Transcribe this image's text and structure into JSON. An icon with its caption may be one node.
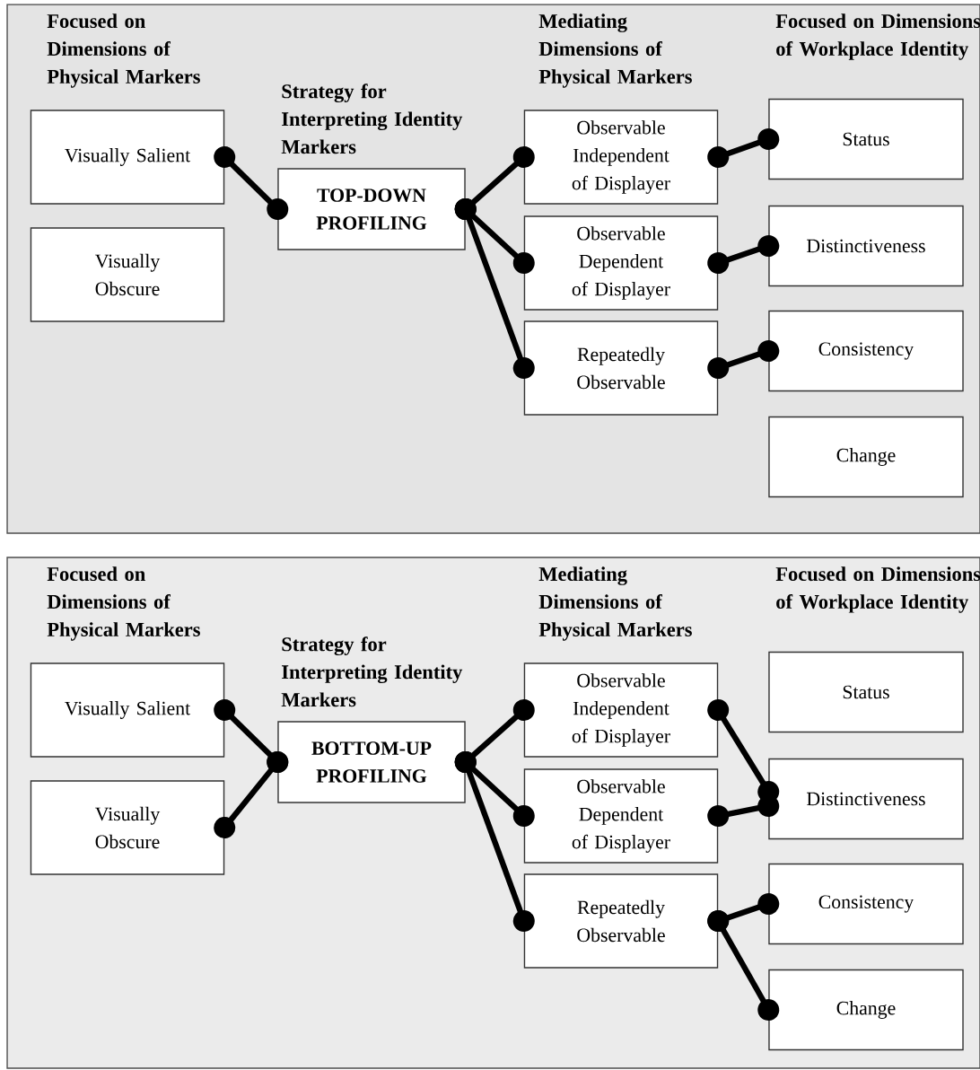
{
  "diagram": {
    "nodes": [
      {
        "text": [
          "Visually Salient"
        ]
      },
      {
        "text": [
          "Visually Obscure"
        ]
      },
      {
        "text": [
          "TOP-DOWN PROFILING"
        ]
      },
      {
        "text": [
          "Observable Independent of Displayer"
        ]
      },
      {
        "text": [
          "Observable Dependent of Displayer"
        ]
      },
      {
        "text": [
          "Repeatedly Observable"
        ]
      },
      {
        "text": [
          "Status"
        ]
      },
      {
        "text": [
          "Distinctiveness"
        ]
      },
      {
        "text": [
          "Consistency"
        ]
      },
      {
        "text": [
          "Change"
        ]
      },
      {
        "text": [
          "Visually Salient"
        ]
      },
      {
        "text": [
          "Visually Obscure"
        ]
      },
      {
        "text": [
          "BOTTOM-UP PROFILING"
        ]
      },
      {
        "text": [
          "Observable Independent of Displayer"
        ]
      },
      {
        "text": [
          "Observable Dependent of Displayer"
        ]
      },
      {
        "text": [
          "Repeatedly Observable"
        ]
      },
      {
        "text": [
          "Status"
        ]
      },
      {
        "text": [
          "Distinctiveness"
        ]
      },
      {
        "text": [
          "Consistency"
        ]
      },
      {
        "text": [
          "Change"
        ]
      }
    ],
    "edges": [
      {
        "from": 0,
        "to": 2,
        "arrow": "other"
      },
      {
        "from": 2,
        "to": 3,
        "arrow": "other"
      },
      {
        "from": 2,
        "to": 4,
        "arrow": "other"
      },
      {
        "from": 2,
        "to": 5,
        "arrow": "other"
      },
      {
        "from": 3,
        "to": 6,
        "arrow": "other"
      },
      {
        "from": 4,
        "to": 7,
        "arrow": "other"
      },
      {
        "from": 5,
        "to": 8,
        "arrow": "other"
      },
      {
        "from": 10,
        "to": 12,
        "arrow": "other"
      },
      {
        "from": 11,
        "to": 12,
        "arrow": "other"
      },
      {
        "from": 12,
        "to": 13,
        "arrow": "other"
      },
      {
        "from": 12,
        "to": 14,
        "arrow": "other"
      },
      {
        "from": 12,
        "to": 15,
        "arrow": "other"
      },
      {
        "from": 13,
        "to": 17,
        "arrow": "other"
      },
      {
        "from": 14,
        "to": 17,
        "arrow": "other"
      },
      {
        "from": 15,
        "to": 18,
        "arrow": "other"
      },
      {
        "from": 15,
        "to": 19,
        "arrow": "other"
      }
    ],
    "labels": [
      "Focused on Dimensions of Physical Markers",
      "Mediating Dimensions of Physical Markers",
      "Focused on Dimensions of Workplace Identity",
      "Strategy for Interpreting Identity Markers",
      "Focused on Dimensions of Physical Markers",
      "Mediating Dimensions of Physical Markers",
      "Focused on Dimensions of Workplace Identity",
      "Strategy for Interpreting Identity Markers"
    ]
  }
}
